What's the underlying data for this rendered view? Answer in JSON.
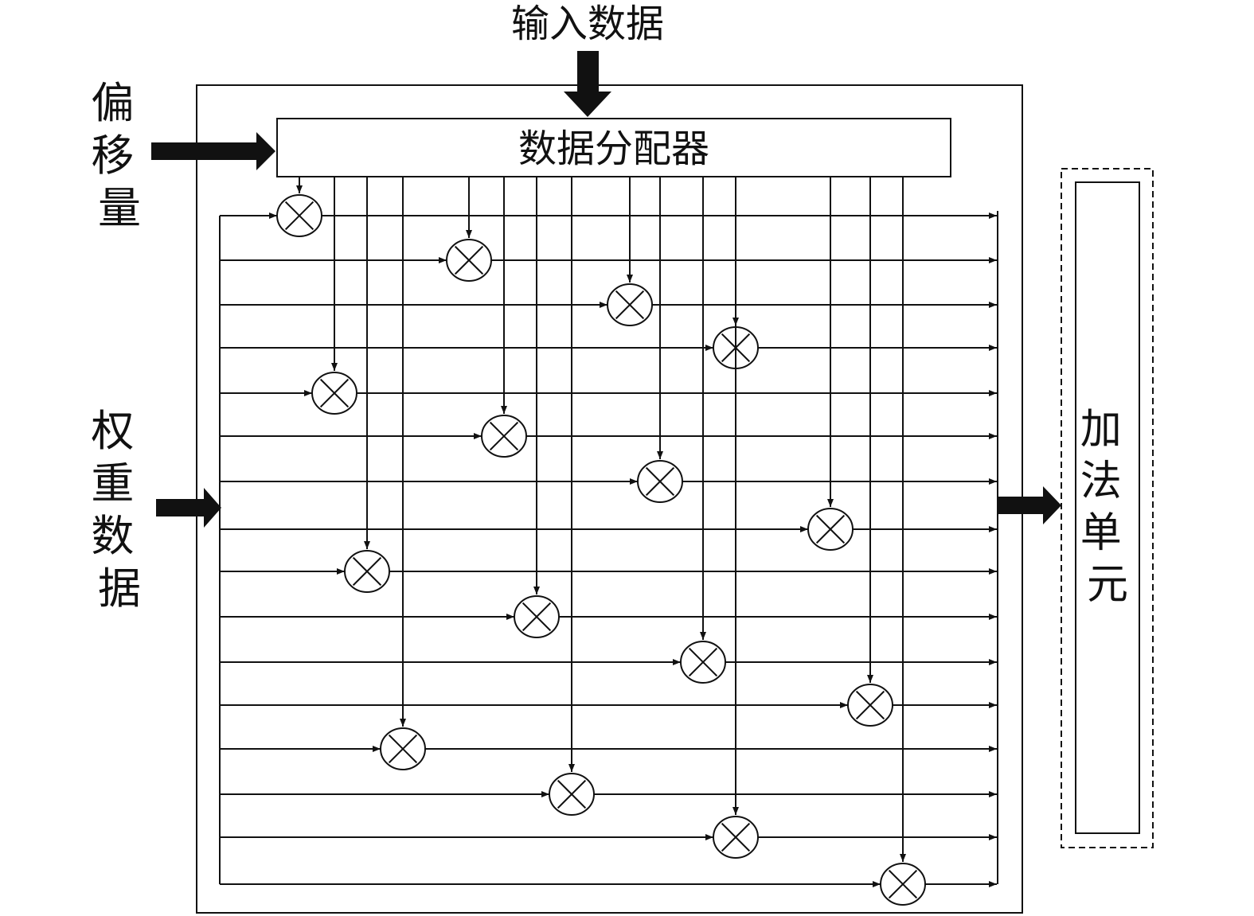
{
  "labels": {
    "input_data": "输入数据",
    "offset": "偏移量",
    "weight_data": "权重数据",
    "distributor": "数据分配器",
    "adder_unit": "加法单元"
  },
  "multipliers": [
    {
      "row": 1,
      "column": 1
    },
    {
      "row": 2,
      "column": 6
    },
    {
      "row": 3,
      "column": 11
    },
    {
      "row": 4,
      "column": 16
    },
    {
      "row": 5,
      "column": 2
    },
    {
      "row": 6,
      "column": 7
    },
    {
      "row": 7,
      "column": 12
    },
    {
      "row": 8,
      "column": 13
    },
    {
      "row": 9,
      "column": 3
    },
    {
      "row": 10,
      "column": 8
    },
    {
      "row": 11,
      "column": 14
    },
    {
      "row": 12,
      "column": 15
    },
    {
      "row": 13,
      "column": 4
    },
    {
      "row": 14,
      "column": 9
    },
    {
      "row": 15,
      "column": 16
    },
    {
      "row": 16,
      "column": 18
    }
  ],
  "colors": {
    "line": "#111111",
    "background": "#ffffff"
  }
}
